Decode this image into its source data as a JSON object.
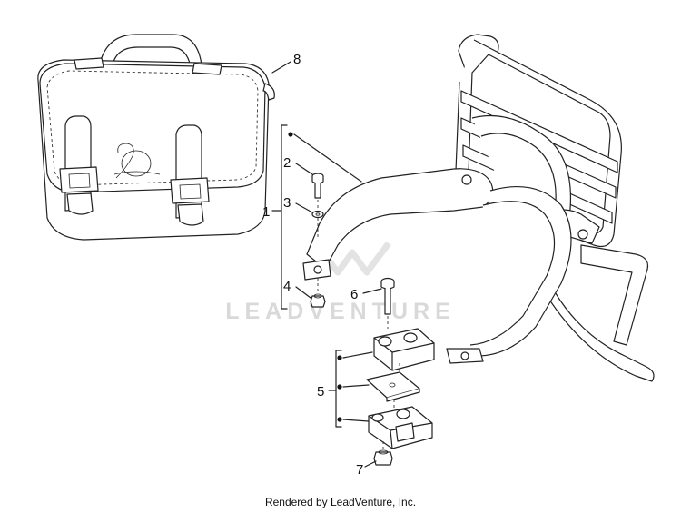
{
  "watermark": {
    "text": "LEADVENTURE"
  },
  "footer": {
    "text": "Rendered by LeadVenture, Inc."
  },
  "callouts": {
    "c1": "1",
    "c2": "2",
    "c3": "3",
    "c4": "4",
    "c5": "5",
    "c6": "6",
    "c7": "7",
    "c8": "8"
  }
}
